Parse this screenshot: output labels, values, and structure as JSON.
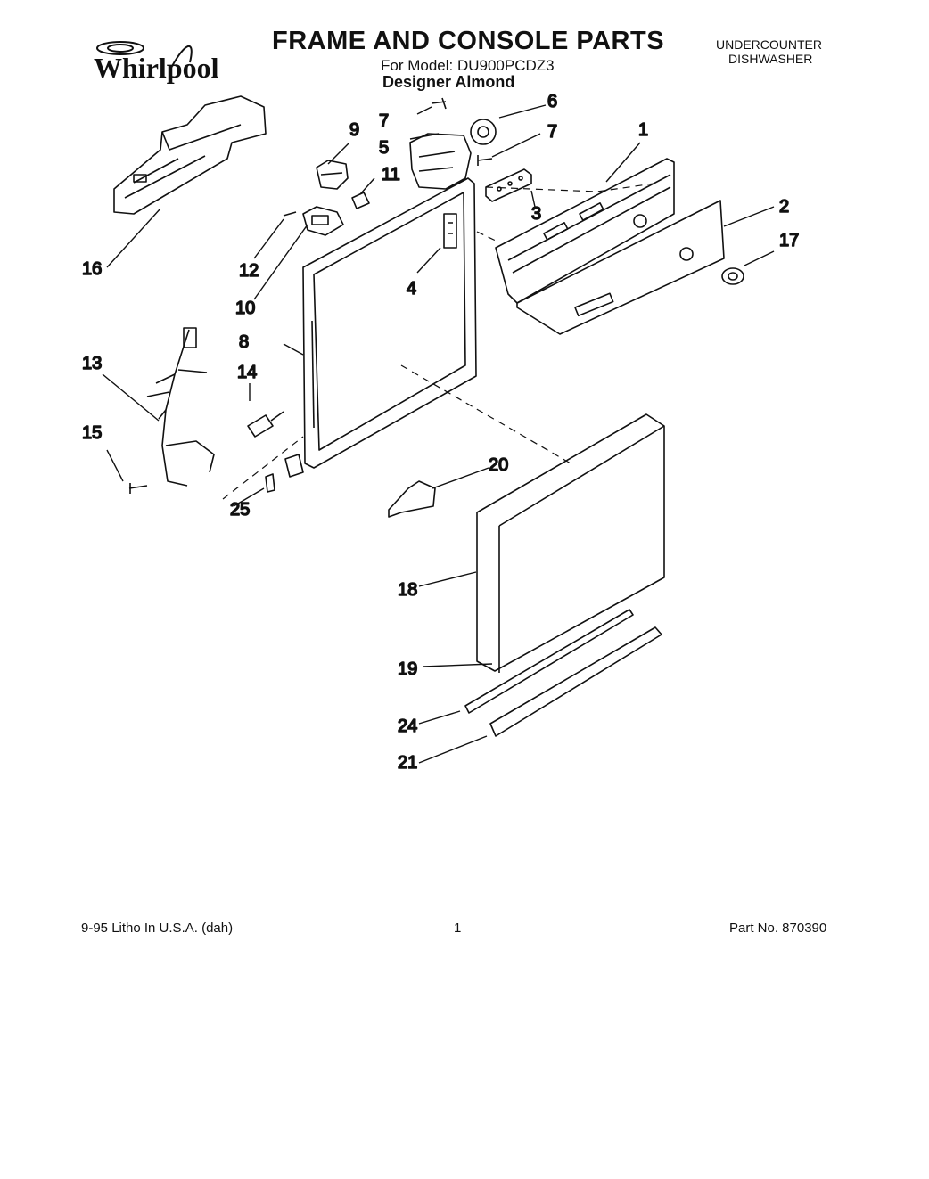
{
  "header": {
    "brand": "Whirlpool",
    "title": "FRAME AND CONSOLE PARTS",
    "model": "For Model: DU900PCDZ3",
    "color": "Designer Almond",
    "product_line1": "UNDERCOUNTER",
    "product_line2": "DISHWASHER"
  },
  "callouts": [
    "1",
    "2",
    "3",
    "4",
    "5",
    "6",
    "7",
    "7",
    "8",
    "9",
    "10",
    "11",
    "12",
    "13",
    "14",
    "15",
    "16",
    "17",
    "18",
    "19",
    "20",
    "21",
    "24",
    "25"
  ],
  "footer": {
    "litho": "9-95 Litho In U.S.A. (dah)",
    "page": "1",
    "part_no": "Part No. 870390"
  }
}
